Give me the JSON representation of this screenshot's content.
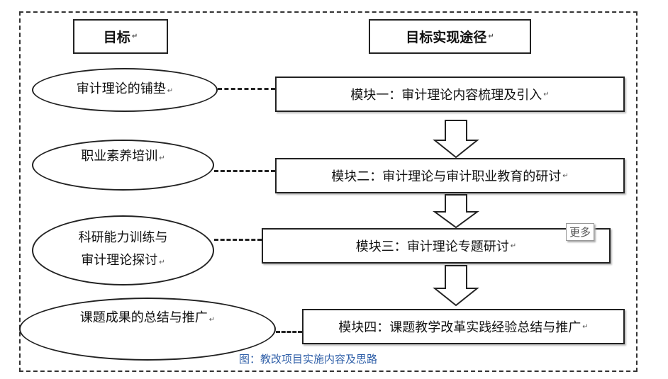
{
  "headers": {
    "goal": "目标",
    "path": "目标实现途径"
  },
  "goals": [
    {
      "lines": [
        "审计理论的铺垫"
      ]
    },
    {
      "lines": [
        "职业素养培训"
      ]
    },
    {
      "lines": [
        "科研能力训练与",
        "审计理论探讨"
      ]
    },
    {
      "lines": [
        "课题成果的总结与推广"
      ]
    }
  ],
  "modules": [
    "模块一：审计理论内容梳理及引入",
    "模块二：审计理论与审计职业教育的研讨",
    "模块三：审计理论专题研讨",
    "模块四：课题教学改革实践经验总结与推广"
  ],
  "paragraph_mark": "↵",
  "more_button": "更多",
  "caption": "图：教改项目实施内容及思路"
}
